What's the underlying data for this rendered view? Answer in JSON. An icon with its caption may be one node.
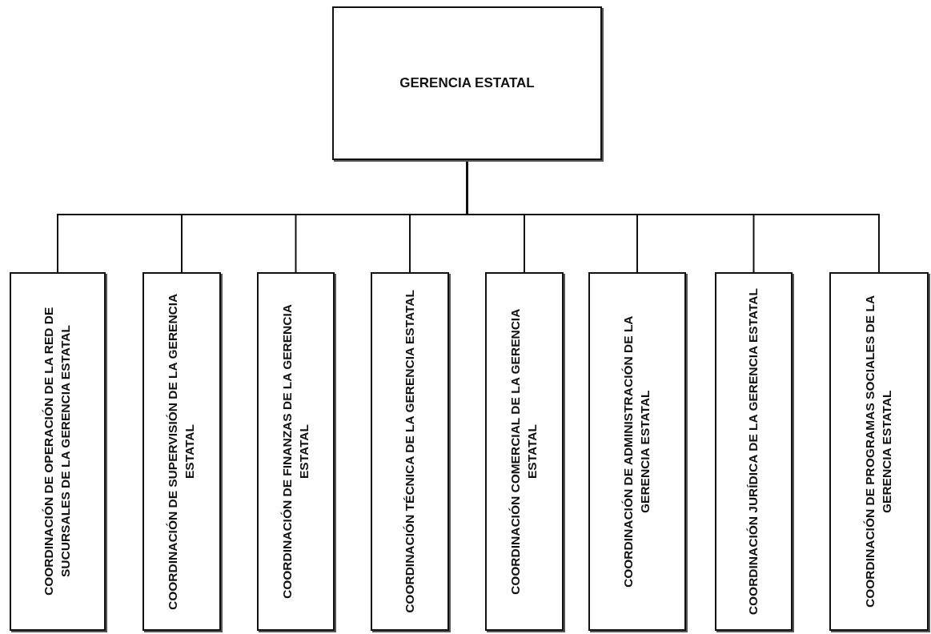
{
  "diagram": {
    "nodes": [
      {
        "text": [
          "GERENCIA ESTATAL"
        ]
      },
      {
        "text": [
          "COORDINACIÓN DE OPERACIÓN DE LA RED DE SUCURSALES DE LA GERENCIA ESTATAL"
        ]
      },
      {
        "text": [
          "COORDINACIÓN DE SUPERVISIÓN DE LA GERENCIA ESTATAL"
        ]
      },
      {
        "text": [
          "COORDINACIÓN DE FINANZAS DE LA GERENCIA ESTATAL"
        ]
      },
      {
        "text": [
          "COORDINACIÓN TÉCNICA DE LA GERENCIA ESTATAL"
        ]
      },
      {
        "text": [
          "COORDINACIÓN COMERCIAL DE LA GERENCIA ESTATAL"
        ]
      },
      {
        "text": [
          "COORDINACIÓN DE ADMINISTRACIÓN DE LA GERENCIA ESTATAL"
        ]
      },
      {
        "text": [
          "COORDINACIÓN JURÍDICA DE LA GERENCIA ESTATAL"
        ]
      },
      {
        "text": [
          "COORDINACIÓN DE PROGRAMAS SOCIALES DE LA GERENCIA ESTATAL"
        ]
      }
    ],
    "edges": [
      {
        "from": 0,
        "to": 1,
        "arrow": "none"
      },
      {
        "from": 0,
        "to": 2,
        "arrow": "none"
      },
      {
        "from": 0,
        "to": 3,
        "arrow": "none"
      },
      {
        "from": 0,
        "to": 4,
        "arrow": "none"
      },
      {
        "from": 0,
        "to": 5,
        "arrow": "none"
      },
      {
        "from": 0,
        "to": 6,
        "arrow": "none"
      },
      {
        "from": 0,
        "to": 7,
        "arrow": "none"
      },
      {
        "from": 0,
        "to": 8,
        "arrow": "none"
      }
    ]
  }
}
